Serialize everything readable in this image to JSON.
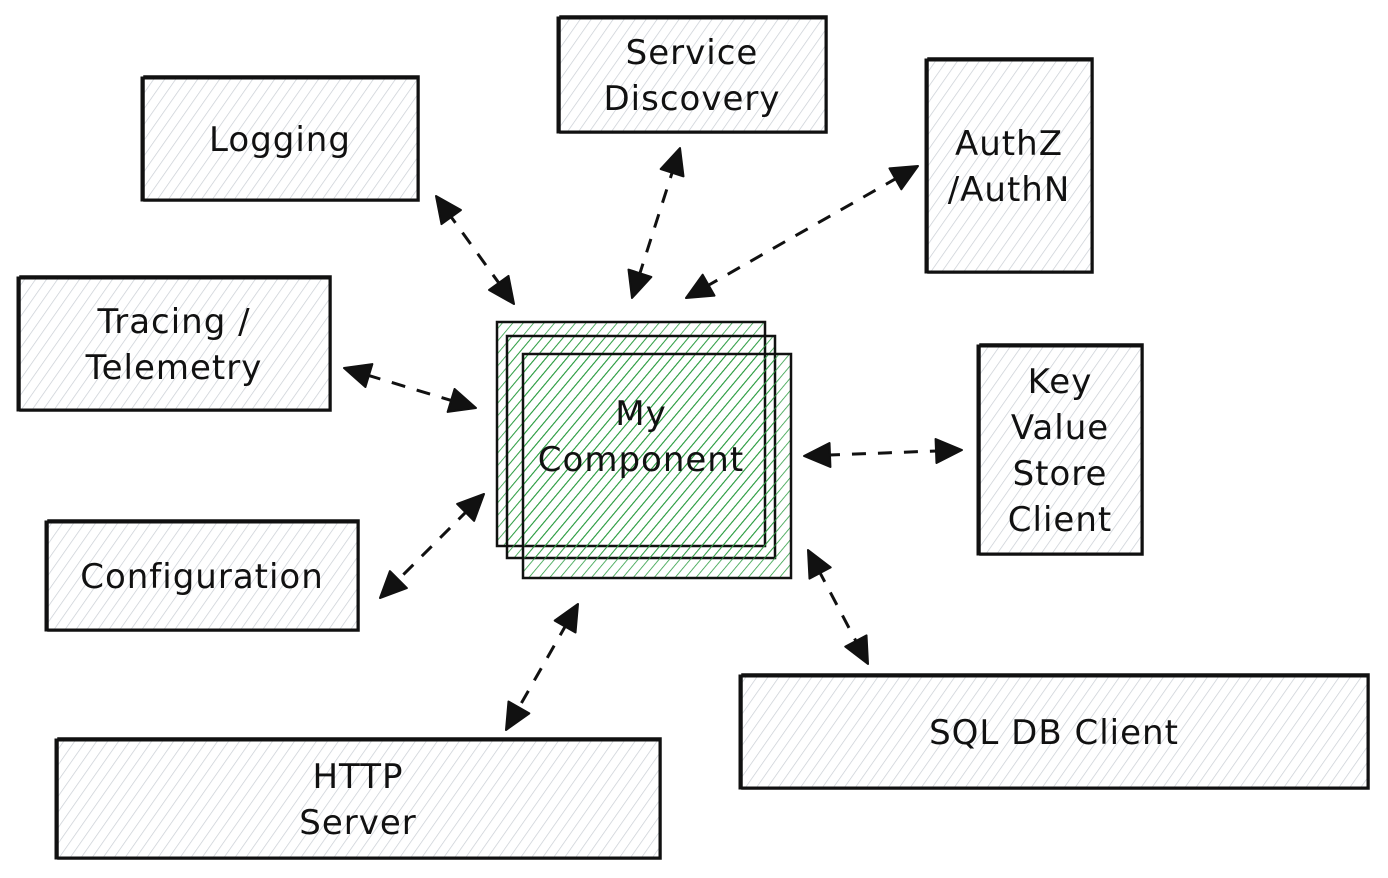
{
  "diagram": {
    "title": "",
    "colors": {
      "stroke": "#111111",
      "node_hatch": "#c8cdd3",
      "component_hatch": "#2f9e44",
      "background": "#ffffff"
    },
    "center": {
      "id": "component",
      "lines": [
        "My",
        "Component"
      ],
      "stack_count": 3
    },
    "nodes": [
      {
        "id": "logging",
        "lines": [
          "Logging"
        ]
      },
      {
        "id": "service-discovery",
        "lines": [
          "Service",
          "Discovery"
        ]
      },
      {
        "id": "authz",
        "lines": [
          "AuthZ",
          "/AuthN"
        ]
      },
      {
        "id": "tracing",
        "lines": [
          "Tracing /",
          "Telemetry"
        ]
      },
      {
        "id": "kv-store",
        "lines": [
          "Key",
          "Value",
          "Store",
          "Client"
        ]
      },
      {
        "id": "configuration",
        "lines": [
          "Configuration"
        ]
      },
      {
        "id": "http-server",
        "lines": [
          "HTTP",
          "Server"
        ]
      },
      {
        "id": "sql-db",
        "lines": [
          "SQL DB Client"
        ]
      }
    ],
    "edges": [
      {
        "from": "component",
        "to": "logging",
        "style": "dashed",
        "direction": "bidirectional"
      },
      {
        "from": "component",
        "to": "service-discovery",
        "style": "dashed",
        "direction": "bidirectional"
      },
      {
        "from": "component",
        "to": "authz",
        "style": "dashed",
        "direction": "bidirectional"
      },
      {
        "from": "component",
        "to": "tracing",
        "style": "dashed",
        "direction": "bidirectional"
      },
      {
        "from": "component",
        "to": "kv-store",
        "style": "dashed",
        "direction": "bidirectional"
      },
      {
        "from": "component",
        "to": "configuration",
        "style": "dashed",
        "direction": "bidirectional"
      },
      {
        "from": "component",
        "to": "http-server",
        "style": "dashed",
        "direction": "bidirectional"
      },
      {
        "from": "component",
        "to": "sql-db",
        "style": "dashed",
        "direction": "bidirectional"
      }
    ]
  }
}
